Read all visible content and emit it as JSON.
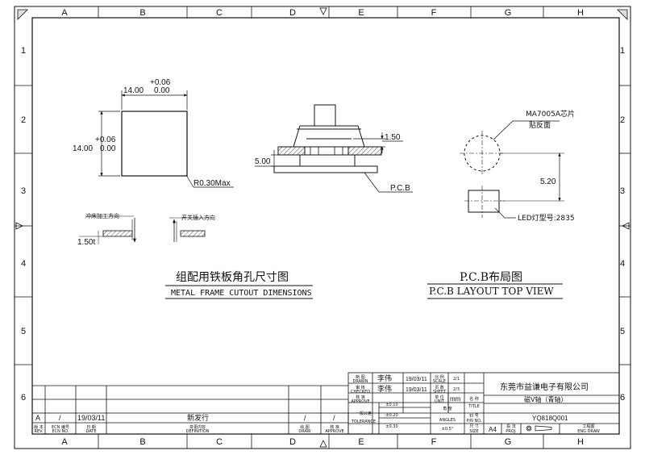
{
  "grid": {
    "columns": [
      "A",
      "B",
      "C",
      "D",
      "E",
      "F",
      "G",
      "H"
    ],
    "rows": [
      "1",
      "2",
      "3",
      "4",
      "5",
      "6"
    ]
  },
  "left_view": {
    "dim_width": "14.00",
    "dim_width_tol_upper": "+0.06",
    "dim_width_tol_lower": "0.00",
    "dim_height": "14.00",
    "dim_height_tol_upper": "+0.06",
    "dim_height_tol_lower": "0.00",
    "radius_note": "R0.30Max",
    "punch_direction": "冲床加工方向",
    "switch_insert_direction": "开关插入方向",
    "plate_thickness": "1.50t",
    "title_cn": "组配用铁板角孔尺寸图",
    "title_en": "METAL FRAME CUTOUT DIMENSIONS"
  },
  "mid_view": {
    "dim_top": "1.50",
    "dim_height": "5.00",
    "pcb_label": "P.C.B"
  },
  "right_view": {
    "chip_label_1": "MA7005A芯片",
    "chip_label_2": "贴反面",
    "dim_spacing": "5.20",
    "led_label": "LED灯型号:2835",
    "title_cn": "P.C.B布局图",
    "title_en": "P.C.B LAYOUT TOP VIEW"
  },
  "title_block": {
    "drawn_label_cn": "制 图",
    "drawn_label_en": "DRAWN",
    "drawn_name": "李伟",
    "drawn_date": "19/03/11",
    "checked_label_cn": "审 核",
    "checked_label_en": "CHECKED",
    "checked_name": "李伟",
    "checked_date": "19/03/11",
    "approved_label_cn": "核 准",
    "approved_label_en": "APPROVE",
    "scale_label_cn": "比 例",
    "scale_label_en": "SCALE",
    "scale_value": "2/1",
    "sheet_label_cn": "页 数",
    "sheet_label_en": "SHEET",
    "sheet_value": "2/3",
    "unit_label_cn": "单 位",
    "unit_label_en": "UNIT",
    "unit_value": "mm",
    "general_tol_cn": "一般公差",
    "general_tol_en": "TOLERANCE",
    "angle_label_cn": "角 度",
    "angle_label_en": "ANGLES",
    "angle_value": "±0.5°",
    "tol_row_1": "±0.10",
    "tol_row_2": "±0.20",
    "tol_row_3": "±0.30",
    "part_no_label_cn": "料 号",
    "part_no_label_en": "P/N NO.",
    "size_label_cn": "尺 寸",
    "size_label_en": "SIZE",
    "size_value": "A4",
    "projection_label_cn": "投 法",
    "projection_label_en": "PROJ.",
    "eng_label_cn": "工程图",
    "eng_label_en": "ENG DRAW",
    "name_label_cn": "名 称",
    "name_label_en": "TITLE",
    "company": "东莞市益谦电子有限公司",
    "part_name": "磁V轴（青轴）",
    "part_number": "YQ818Q001"
  },
  "revision_block": {
    "rev": "A",
    "ecn": "/",
    "date": "19/03/11",
    "definition": "新发行",
    "drawn": "/",
    "approved": "/",
    "h_rev_cn": "版 本",
    "h_rev_en": "REV.",
    "h_ecn_cn": "ECN 编号",
    "h_ecn_en": "ECN NO.",
    "h_date_cn": "日 期",
    "h_date_en": "DATE",
    "h_def_cn": "变更内容",
    "h_def_en": "DEFINITION",
    "h_drawn_cn": "绘 图",
    "h_drawn_en": "DRAW",
    "h_appr_cn": "核 准",
    "h_appr_en": "APPROVE"
  }
}
